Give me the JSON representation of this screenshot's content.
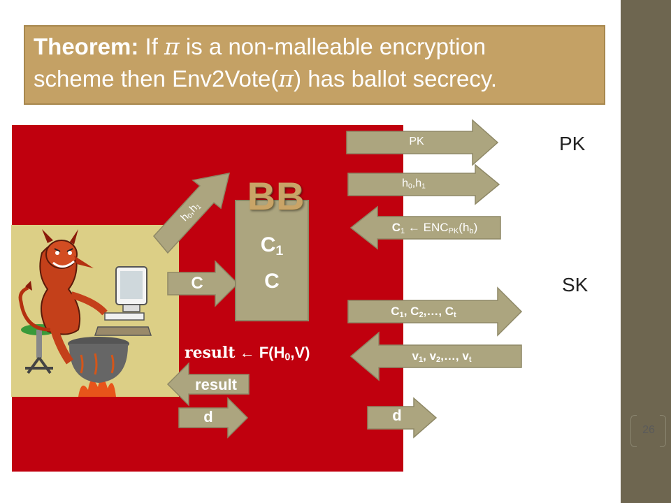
{
  "theorem": {
    "bold": "Theorem:",
    "line1_a": " If ",
    "pi": "π",
    "line1_b": " is a non-malleable encryption",
    "line2_a": "scheme then Env2Vote(",
    "line2_b": ") has ballot secrecy."
  },
  "bb": {
    "title": "BB",
    "c1": "C",
    "c1_sub": "1",
    "c": "C"
  },
  "arrows": {
    "pk": "PK",
    "h": "h",
    "h_sub0": "0",
    "h_comma": ",h",
    "h_sub1": "1",
    "diag_h": "h",
    "diag_sub0": "0",
    "diag_comma": ",h",
    "diag_sub1": "1",
    "enc_c": "C",
    "enc_c_sub": "1",
    "enc_mid": " ← ENC",
    "enc_pk_sub": "PK",
    "enc_hb": "(h",
    "enc_b_sub": "b",
    "enc_close": ")",
    "c_in": "C",
    "clist_c": "C",
    "clist_s1": "1",
    "clist_m1": ", C",
    "clist_s2": "2",
    "clist_m2": ",…, C",
    "clist_st": "t",
    "vlist_v": "v",
    "vlist_s1": "1",
    "vlist_m1": ", v",
    "vlist_s2": "2",
    "vlist_m2": ",…, v",
    "vlist_st": "t",
    "result_out": "result",
    "d_left": "d",
    "d_right": "d"
  },
  "result_eq": {
    "word": "result",
    "arrow": " ← F(H",
    "sub": "0",
    "tail": ",V)"
  },
  "labels": {
    "pk": "PK",
    "sk": "SK"
  },
  "page_number": "26",
  "colors": {
    "arena": "#c0000e",
    "theorem_bg": "#c4a165",
    "arrow_fill": "#aca57f",
    "band": "#6e6650"
  }
}
